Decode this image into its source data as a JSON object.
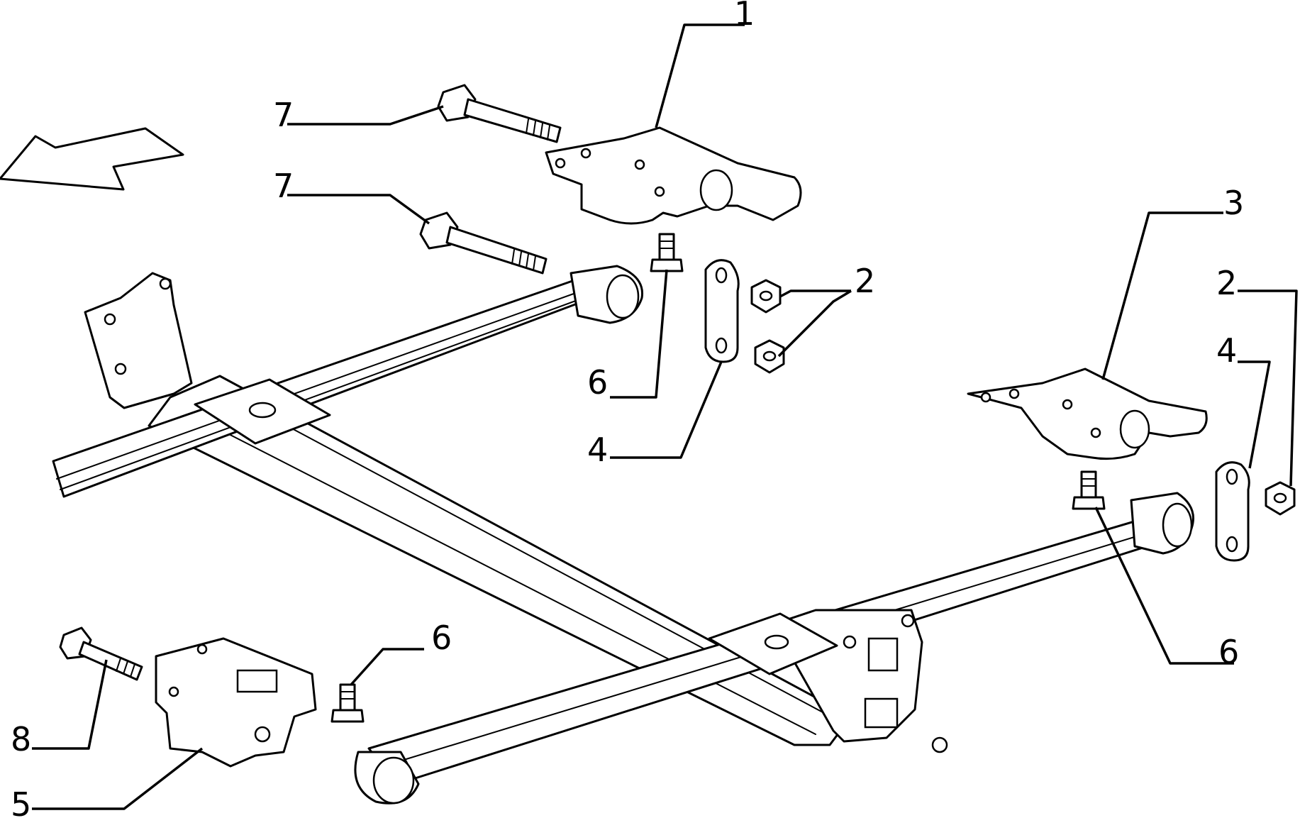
{
  "callouts": {
    "c1": "1",
    "c2a": "2",
    "c2b": "2",
    "c3": "3",
    "c4a": "4",
    "c4b": "4",
    "c5": "5",
    "c6a": "6",
    "c6b": "6",
    "c6c": "6",
    "c7a": "7",
    "c7b": "7",
    "c8": "8"
  },
  "colors": {
    "stroke": "#000000",
    "background": "#ffffff"
  },
  "icons": {
    "direction": "direction-arrow-icon"
  }
}
